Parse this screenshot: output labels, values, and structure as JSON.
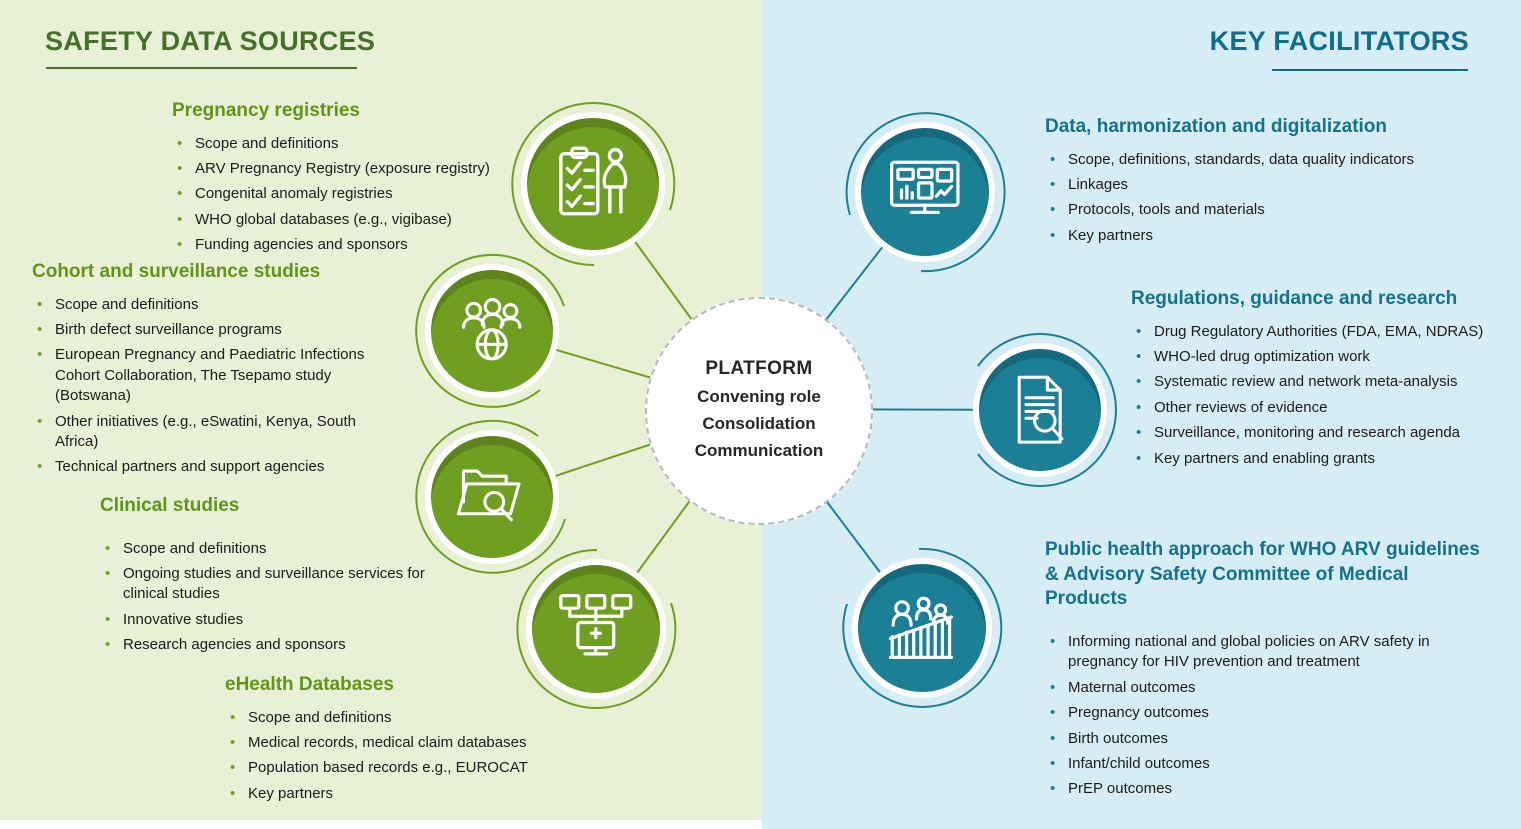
{
  "left_panel": {
    "title": "SAFETY DATA SOURCES",
    "sections": [
      {
        "heading": "Pregnancy registries",
        "items": [
          "Scope and definitions",
          "ARV Pregnancy Registry (exposure registry)",
          "Congenital anomaly registries",
          "WHO global databases (e.g., vigibase)",
          "Funding agencies and sponsors"
        ]
      },
      {
        "heading": "Cohort and surveillance studies",
        "items": [
          "Scope and definitions",
          "Birth defect surveillance programs",
          "European Pregnancy and Paediatric Infections Cohort Collaboration, The Tsepamo study (Botswana)",
          "Other initiatives (e.g., eSwatini, Kenya, South Africa)",
          "Technical partners and support agencies"
        ]
      },
      {
        "heading": "Clinical studies",
        "items": [
          "Scope and definitions",
          "Ongoing studies and surveillance services for clinical studies",
          "Innovative studies",
          "Research agencies and sponsors"
        ]
      },
      {
        "heading": "eHealth Databases",
        "items": [
          "Scope and definitions",
          "Medical records, medical claim databases",
          "Population based records e.g., EUROCAT",
          "Key partners"
        ]
      }
    ]
  },
  "center": {
    "title": "PLATFORM",
    "lines": [
      "Convening role",
      "Consolidation",
      "Communication"
    ]
  },
  "right_panel": {
    "title": "KEY FACILITATORS",
    "sections": [
      {
        "heading": "Data, harmonization and digitalization",
        "items": [
          "Scope, definitions, standards, data quality indicators",
          "Linkages",
          "Protocols, tools and materials",
          "Key partners"
        ]
      },
      {
        "heading": "Regulations, guidance and research",
        "items": [
          "Drug Regulatory Authorities (FDA, EMA, NDRAS)",
          "WHO-led drug optimization work",
          "Systematic review and network meta-analysis",
          "Other reviews of evidence",
          "Surveillance, monitoring and research agenda",
          "Key partners and enabling grants"
        ]
      },
      {
        "heading": "Public health approach for WHO ARV guidelines & Advisory Safety Committee of Medical Products",
        "items": [
          "Informing national and global policies on ARV safety in pregnancy for HIV prevention and treatment",
          "Maternal outcomes",
          "Pregnancy outcomes",
          "Birth outcomes",
          "Infant/child outcomes",
          "PrEP outcomes"
        ]
      }
    ]
  },
  "icons": {
    "left_circles": [
      "pregnancy-registry-icon",
      "cohort-people-globe-icon",
      "clinical-folder-search-icon",
      "ehealth-network-icon"
    ],
    "right_circles": [
      "data-dashboard-monitor-icon",
      "regulations-document-search-icon",
      "public-health-people-chart-icon"
    ]
  },
  "colors": {
    "left_bg": "#e8f1d6",
    "right_bg": "#d7edf6",
    "green": "#6f9f21",
    "green_dark": "#44702a",
    "green_heading": "#639417",
    "teal": "#1b7f96",
    "teal_dark": "#0e6c8c",
    "teal_heading": "#15718c",
    "text": "#1b1b1b"
  }
}
